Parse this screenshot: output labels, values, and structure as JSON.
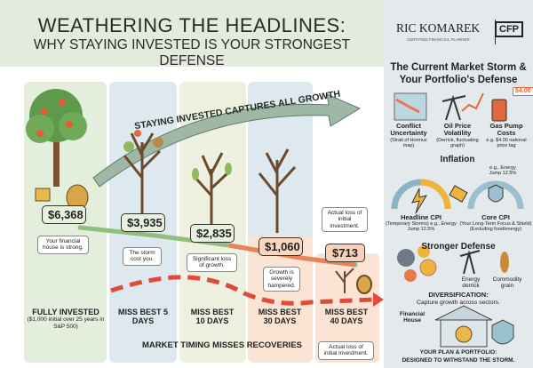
{
  "header": {
    "title": "WEATHERING THE HEADLINES:",
    "subtitle": "WHY STAYING INVESTED IS YOUR STRONGEST DEFENSE"
  },
  "logo": {
    "name": "RIC KOMAREK",
    "tagline": "CERTIFIED FINANCIAL PLANNER",
    "badge": "CFP"
  },
  "main": {
    "arrow_label": "STAYING INVESTED CAPTURES ALL GROWTH",
    "bottom_label": "MARKET TIMING MISSES RECOVERIES",
    "columns": [
      {
        "label": "FULLY INVESTED",
        "sublabel": "($1,000 initial over 25 years in S&P 500)",
        "value": "$6,368",
        "note": "Your financial house is strong.",
        "color": "#e3eedc"
      },
      {
        "label": "MISS BEST 5 DAYS",
        "value": "$3,935",
        "note": "The storm cost you.",
        "color": "#dde9ee"
      },
      {
        "label": "MISS BEST 10 DAYS",
        "value": "$2,835",
        "note": "Significant loss of growth.",
        "color": "#eef0e0"
      },
      {
        "label": "MISS BEST 30 DAYS",
        "value": "$1,060",
        "note": "Growth is severely hampered.",
        "color": "#fbe4d4"
      },
      {
        "label": "MISS BEST 40 DAYS",
        "value": "$713",
        "note": "Actual loss of initial investment.",
        "note2": "Actual loss of initial investment.",
        "color": "#fbe4d4"
      }
    ]
  },
  "panel": {
    "title": "The Current Market Storm & Your Portfolio's Defense",
    "risks": [
      {
        "label": "Conflict Uncertainty",
        "detail": "(Strait of Hormuz map)"
      },
      {
        "label": "Oil Price Volatility",
        "detail": "(Derrick, fluctuating graph)"
      },
      {
        "label": "Gas Pump Costs",
        "detail": "e.g. $4.00 national price tag",
        "price": "$4.00"
      }
    ],
    "inflation": {
      "title": "Inflation",
      "note": "e.g., Energy Jump 12.5%",
      "tag": "%",
      "headline": {
        "label": "Headline CPI",
        "detail": "(Temporary Storms) e.g., Energy Jump 12.5%"
      },
      "core": {
        "label": "Core CPI",
        "detail": "(Your Long-Term Focus & Shield) (Excluding food/energy)"
      }
    },
    "defense": {
      "title": "Stronger Defense",
      "energy": "Energy derrick",
      "commodity": "Commodity grain",
      "diversification": "DIVERSIFICATION:",
      "diversification_detail": "Capture growth across sectors.",
      "house": "Financial House",
      "plan1": "YOUR PLAN & PORTFOLIO:",
      "plan2": "DESIGNED TO WITHSTAND THE STORM."
    }
  }
}
